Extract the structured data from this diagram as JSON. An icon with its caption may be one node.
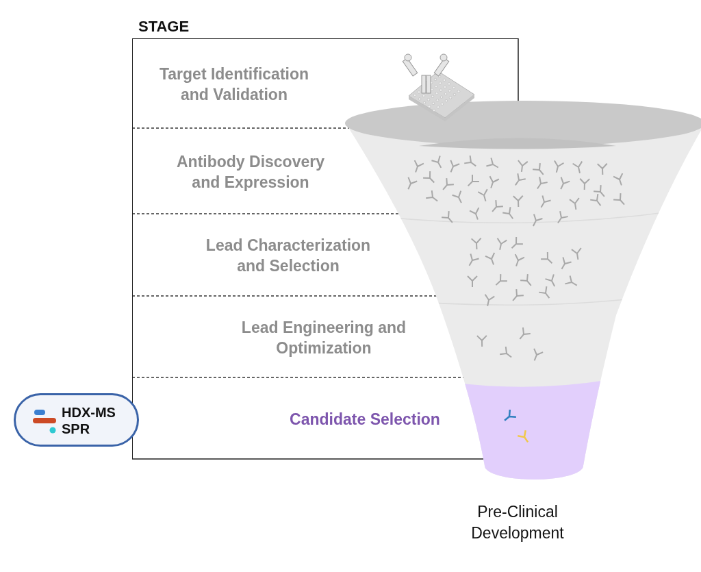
{
  "diagram": {
    "nodes": [
      {
        "text": [
          "STAGE"
        ]
      },
      {
        "text": [
          "Target Identification and Validation"
        ],
        "in": 0
      },
      {
        "text": [
          "Antibody Discovery and Expression"
        ],
        "in": 0
      },
      {
        "text": [
          "Lead Characterization and Selection"
        ],
        "in": 0
      },
      {
        "text": [
          "Lead Engineering and Optimization"
        ],
        "in": 0
      },
      {
        "text": [
          "Candidate Selection"
        ],
        "in": 0
      },
      {
        "text": [
          "HDX-MS",
          "SPR"
        ]
      }
    ],
    "edges": [],
    "labels": [
      "Pre-Clinical Development"
    ]
  }
}
